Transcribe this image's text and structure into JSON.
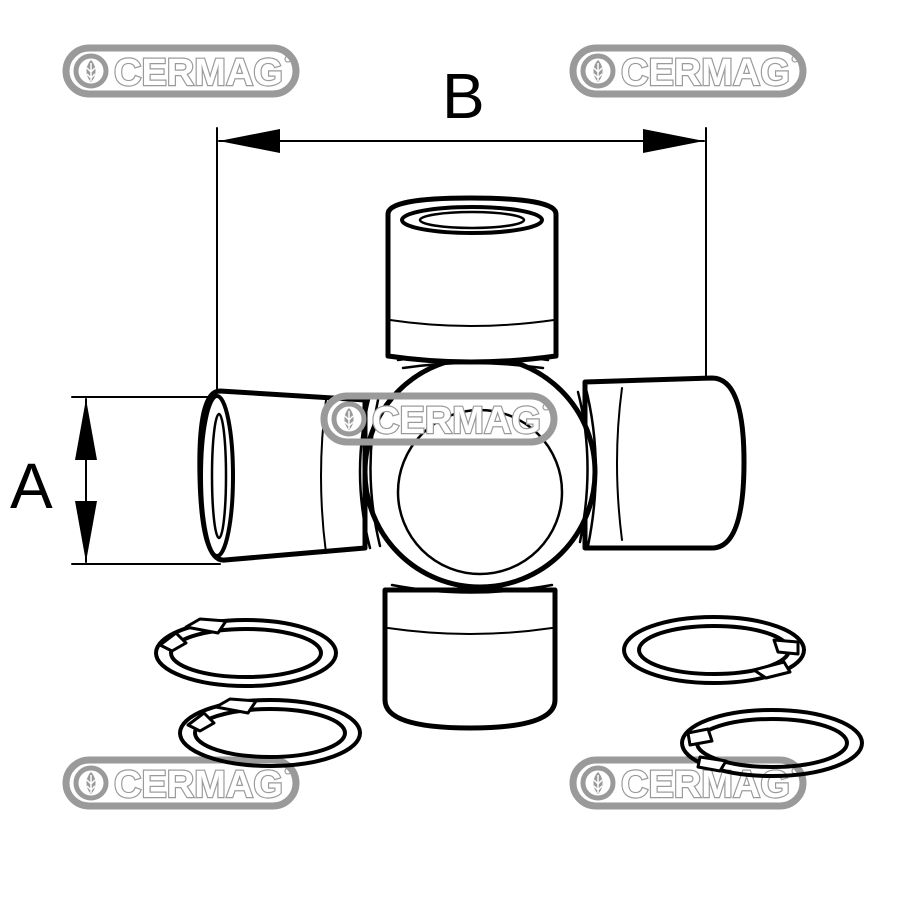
{
  "watermark": {
    "text": "CERMAG",
    "color": "#9a9a9a"
  },
  "dimensions": {
    "a_label": "A",
    "b_label": "B"
  },
  "colors": {
    "line": "#000000",
    "background": "#ffffff"
  },
  "icons": {
    "watermark_logo": "leaf-emblem-icon",
    "arrowheads": "triangle-arrow-icon"
  }
}
